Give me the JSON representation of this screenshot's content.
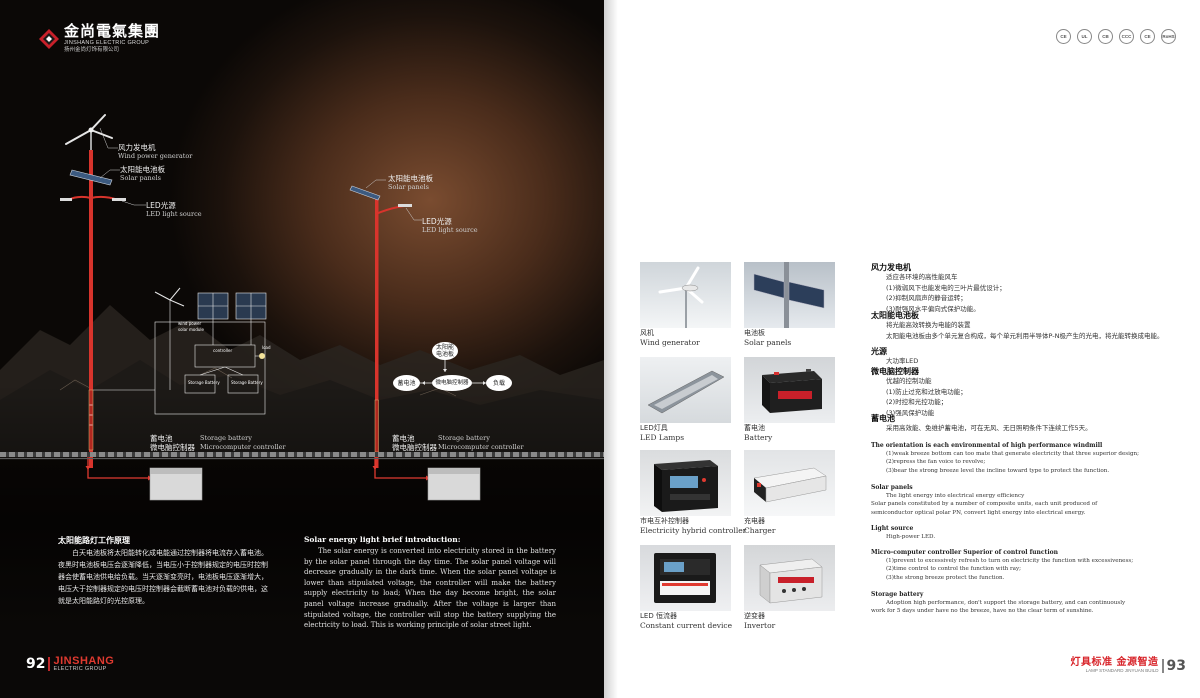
{
  "logo": {
    "name_cn": "金尚電氣集團",
    "name_en": "JINSHANG ELECTRIC GROUP",
    "company_cn": "扬州金尚灯饰有限公司"
  },
  "left_labels": {
    "wind_cn": "风力发电机",
    "wind_en": "Wind power generator",
    "solar_cn": "太阳能电池板",
    "solar_en": "Solar panels",
    "led_cn": "LED光源",
    "led_en": "LED light source",
    "solar2_cn": "太阳能电池板",
    "solar2_en": "Solar panels",
    "led2_cn": "LED光源",
    "led2_en": "LED light source",
    "battery_cn": "蓄电池",
    "battery_en": "Storage battery",
    "controller_cn": "微电脑控制器",
    "controller_en": "Microcomputer controller",
    "battery2_cn": "蓄电池",
    "battery2_en": "Storage battery",
    "controller2_cn": "微电脑控制器",
    "controller2_en": "Microcomputer controller"
  },
  "flow": {
    "panel": "太阳能\n电池板",
    "battery": "蓄电池",
    "controller": "微电脑控制器",
    "load": "负载"
  },
  "wiring": {
    "controller_label": "controller",
    "load_label": "load",
    "battery1": "Storage Battery",
    "battery2": "Storage Battery",
    "solar_module": "solar module",
    "wind_label": "wind power"
  },
  "principle": {
    "title_cn": "太阳能路灯工作原理",
    "body_cn": "白天电池板将太阳能转化成电能通过控制器将电流存入蓄电池。夜黑时电池板电压会逐渐降低，当电压小于控制器规定的电压时控制器会使蓄电池供电给负载。当天逐渐变亮时，电池板电压逐渐增大，电压大于控制器规定的电压时控制器会截断蓄电池对负载的供电，这就是太阳能路灯的光控原理。",
    "title_en": "Solar energy light brief introduction:",
    "body_en": "The solar energy is converted into electricity stored in the battery by the solar panel through the day time. The solar panel voltage will decrease gradually in the dark time. When the solar panel voltage is lower than stipulated voltage, the controller will make the battery supply electricity to load; When the day become bright, the solar panel voltage increase gradually. After the voltage is larger than stipulated voltage, the controller will stop the battery supplying the electricity to load. This is working principle of solar street light."
  },
  "left_footer": {
    "page": "92",
    "brand": "JINSHANG",
    "brand_sub": "ELECTRIC GROUP"
  },
  "certs": [
    "CE",
    "UL",
    "CB",
    "CCC",
    "CE",
    "RoHS"
  ],
  "products": [
    {
      "cn": "风机",
      "en": "Wind  generator"
    },
    {
      "cn": "电池板",
      "en": "Solar  panels"
    },
    {
      "cn": "LED灯具",
      "en": "LED  Lamps"
    },
    {
      "cn": "蓄电池",
      "en": "Battery"
    },
    {
      "cn": "市电互补控制器",
      "en": "Electricity  hybrid  controller"
    },
    {
      "cn": "充电器",
      "en": "Charger"
    },
    {
      "cn": "LED  恒流器",
      "en": "Constant  current  device"
    },
    {
      "cn": "逆变器",
      "en": "Invertor"
    }
  ],
  "specs_cn": {
    "wind_h": "风力发电机",
    "wind_t": "适应各环境的高性能风车\n(1)微弱风下也能发电的三叶片最优设计；\n(2)抑制风扇声的静音运转；\n(3)耐强风水平偏向式保护功能。",
    "solar_h": "太阳能电池板",
    "solar_t": "将光能高效转换为电能的装置\n太阳能电池板由多个单元复合构成，每个单元利用半导体P-N极产生的光电，将光能转换成电能。",
    "light_h": "光源",
    "light_t": "大功率LED",
    "ctrl_h": "微电脑控制器",
    "ctrl_t": "优越的控制功能\n(1)防止过充和过放电功能；\n(2)时控和光控功能；\n(3)强风保护功能",
    "batt_h": "蓄电池",
    "batt_t": "采用高效能、免维护蓄电池，可在无风、无日照明条件下连续工作5天。"
  },
  "specs_en": {
    "wind_h": "The orientation is each environmental of high performance windmill",
    "wind_t": "(1)weak breeze bottom can too mate that generate electricity that three superior design;\n(2)repress the fan voice to revolve;\n(3)bear the strong breeze level the incline toward type to protect the function.",
    "solar_h": "Solar panels",
    "solar_t": "The light energy into electrical energy efficiency\nSolar panels constituted by a number of composite units, each unit produced of semiconductor optical polar PN, convert light energy into electrical energy.",
    "light_h": "Light source",
    "light_t": "High-power LED.",
    "ctrl_h": "Micro-computer controller Superior of control function",
    "ctrl_t": "(1)prevent to excessively refresh to turn on electricity the function with excessiveness;\n(2)time control to control the function with ray;\n(3)the strong breeze protect the function.",
    "batt_h": "Storage battery",
    "batt_t": "Adoption high performance, don't support the storage battery, and can continuously work for 5 days under have no the breeze, have no the clear term of sunshine."
  },
  "right_footer": {
    "slogan_cn": "灯具标准  金源智造",
    "slogan_en": "LAMP STANDARD JINYUAN BUILD",
    "page": "93"
  }
}
